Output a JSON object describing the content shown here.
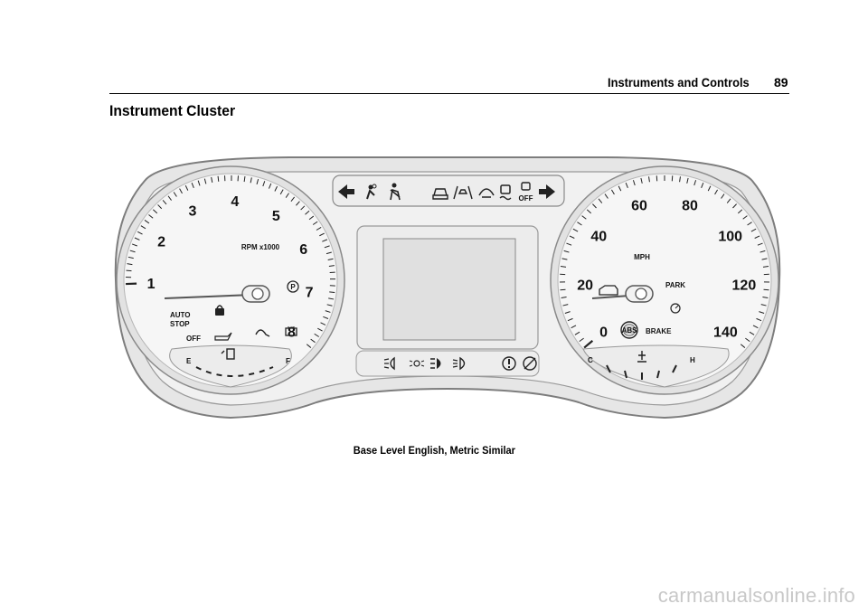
{
  "header": {
    "section": "Instruments and Controls",
    "page_number": "89"
  },
  "title": "Instrument Cluster",
  "caption": "Base Level English, Metric Similar",
  "watermark": "carmanualsonline.info",
  "tachometer": {
    "numbers": [
      "1",
      "2",
      "3",
      "4",
      "5",
      "6",
      "7",
      "8"
    ],
    "unit_label": "RPM x1000",
    "auto_stop_line1": "AUTO",
    "auto_stop_line2": "STOP",
    "off_label": "OFF",
    "fuel_empty": "E",
    "fuel_full": "F"
  },
  "speedometer": {
    "numbers": [
      "0",
      "20",
      "40",
      "60",
      "80",
      "100",
      "120",
      "140"
    ],
    "unit_label": "MPH",
    "park_label": "PARK",
    "brake_label": "BRAKE",
    "abs_label": "ABS",
    "temp_cold": "C",
    "temp_hot": "H"
  },
  "top_strip": {
    "traction_off": "OFF"
  },
  "colors": {
    "bezel": "#e9e9e9",
    "bezel_edge": "#8d8d8d",
    "face": "#f4f4f4",
    "display": "#e2e2e2"
  },
  "icons": [
    "turn-left-arrow",
    "airbag-passenger",
    "seatbelt",
    "vehicle-ahead",
    "lane-keep",
    "traction-control",
    "traction-off",
    "turn-right-arrow",
    "fog-lamp",
    "parking-lamps",
    "high-beam",
    "headlamp",
    "warning",
    "speed-limiter",
    "oil-pressure",
    "charging",
    "security",
    "check-engine",
    "cruise",
    "park-brake"
  ]
}
